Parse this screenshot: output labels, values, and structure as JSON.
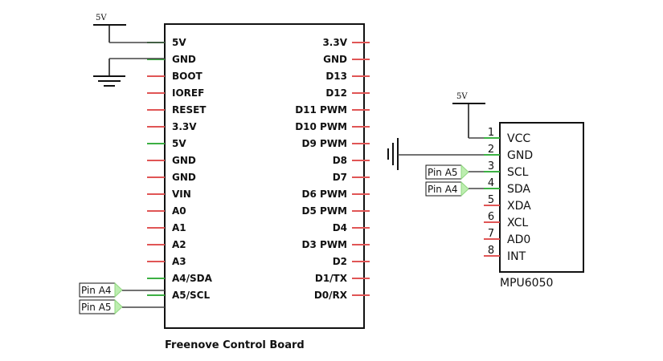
{
  "board": {
    "name": "Freenove Control Board",
    "left_pins": [
      "5V",
      "GND",
      "BOOT",
      "IOREF",
      "RESET",
      "3.3V",
      "5V",
      "GND",
      "GND",
      "VIN",
      "A0",
      "A1",
      "A2",
      "A3",
      "A4/SDA",
      "A5/SCL"
    ],
    "left_connected": [
      true,
      true,
      false,
      false,
      false,
      false,
      true,
      false,
      false,
      false,
      false,
      false,
      false,
      false,
      true,
      true
    ],
    "right_pins": [
      "3.3V",
      "GND",
      "D13",
      "D12",
      "D11 PWM",
      "D10 PWM",
      "D9 PWM",
      "D8",
      "D7",
      "D6 PWM",
      "D5 PWM",
      "D4",
      "D3 PWM",
      "D2",
      "D1/TX",
      "D0/RX"
    ]
  },
  "mpu": {
    "name": "MPU6050",
    "pins": [
      "VCC",
      "GND",
      "SCL",
      "SDA",
      "XDA",
      "XCL",
      "AD0",
      "INT"
    ],
    "numbers": [
      "1",
      "2",
      "3",
      "4",
      "5",
      "6",
      "7",
      "8"
    ],
    "connected": [
      true,
      true,
      true,
      true,
      false,
      false,
      false,
      false
    ]
  },
  "power": {
    "top_left_label": "5V",
    "mpu_label": "5V"
  },
  "net_labels": {
    "board_a4": "Pin A4",
    "board_a5": "Pin A5",
    "mpu_a5": "Pin A5",
    "mpu_a4": "Pin A4"
  },
  "colors": {
    "pin_unconnected": "#e05555",
    "pin_connected": "#3cb043",
    "wire": "#444444",
    "net_arrow": "#bdeeb0"
  }
}
